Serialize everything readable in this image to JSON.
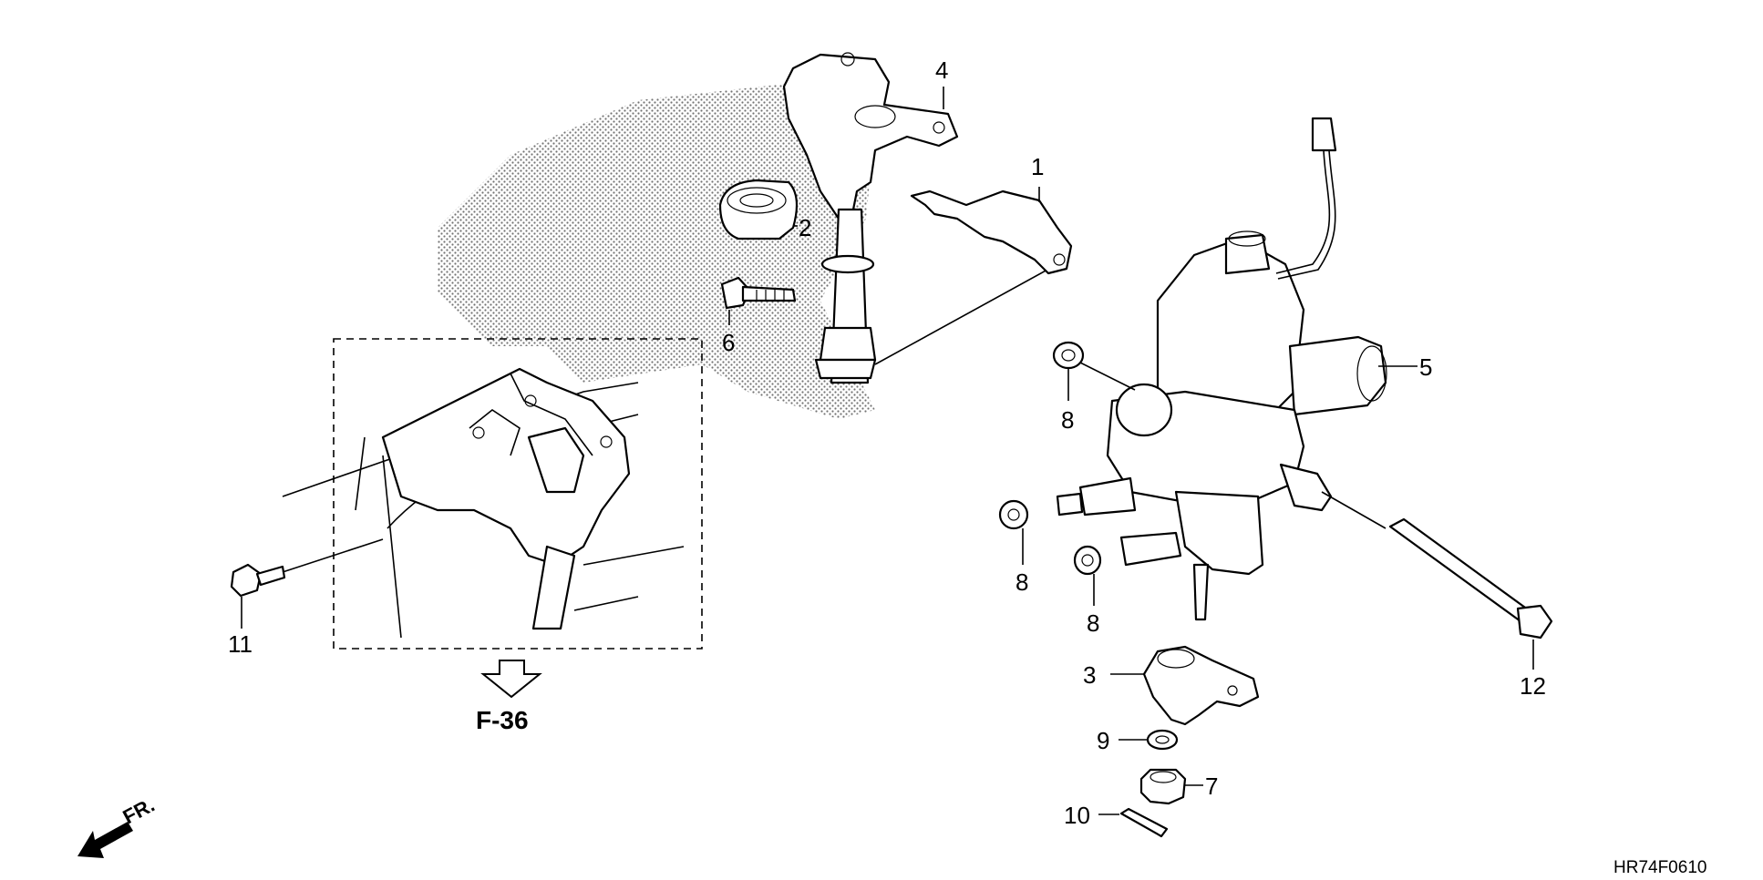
{
  "callouts": [
    {
      "num": "1"
    },
    {
      "num": "2"
    },
    {
      "num": "3"
    },
    {
      "num": "4"
    },
    {
      "num": "5"
    },
    {
      "num": "6"
    },
    {
      "num": "7"
    },
    {
      "num": "8"
    },
    {
      "num": "8"
    },
    {
      "num": "8"
    },
    {
      "num": "9"
    },
    {
      "num": "10"
    },
    {
      "num": "11"
    },
    {
      "num": "12"
    }
  ],
  "reference": {
    "label": "F-36"
  },
  "direction": {
    "label": "FR."
  },
  "diagram_code": "HR74F0610"
}
